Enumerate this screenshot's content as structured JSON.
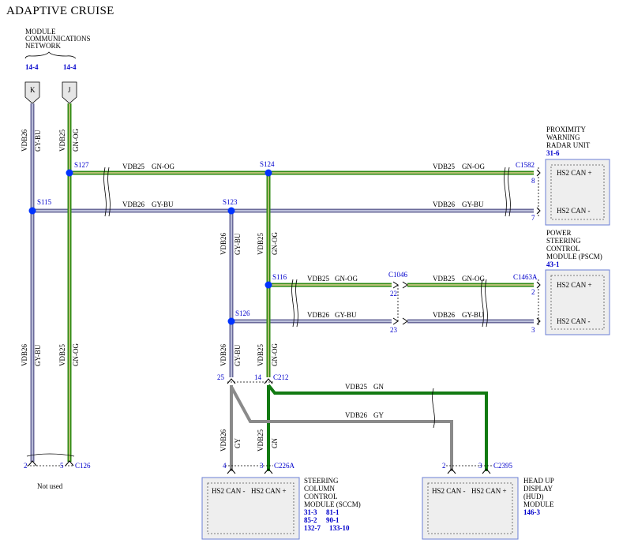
{
  "title": "ADAPTIVE CRUISE",
  "network": {
    "label_lines": [
      "MODULE",
      "COMMUNICATIONS",
      "NETWORK"
    ],
    "ref_k": "14-4",
    "ref_j": "14-4",
    "connector_k": "K",
    "connector_j": "J"
  },
  "colors": {
    "gy_bu": "#6a6a9a",
    "gy_bu_core": "#d8dcf0",
    "gn_og": "#2d8a12",
    "gn_og_core": "#e8d29a",
    "gn": "#127a12",
    "gy": "#8a8a8a",
    "splice": "#0033ff",
    "module_border": "#6b7fd6",
    "module_fill": "#eeeeee",
    "ref_text": "#0000cc"
  },
  "wires": {
    "vdb25": "VDB25",
    "vdb26": "VDB26",
    "gn_og": "GN-OG",
    "gy_bu": "GY-BU",
    "gn": "GN",
    "gy": "GY"
  },
  "splices": {
    "s127": "S127",
    "s124": "S124",
    "s115": "S115",
    "s123": "S123",
    "s116": "S116",
    "s126": "S126"
  },
  "connectors": {
    "c1582": "C1582",
    "c1046": "C1046",
    "c1463a": "C1463A",
    "c212": "C212",
    "c126": "C126",
    "c226a": "C226A",
    "c2395": "C2395"
  },
  "pins": {
    "p8": "8",
    "p7": "7",
    "p22": "22",
    "p23": "23",
    "p2": "2",
    "p3": "3",
    "p25": "25",
    "p14": "14",
    "p4": "4",
    "p5": "5"
  },
  "can": {
    "plus": "HS2 CAN +",
    "minus": "HS2 CAN -"
  },
  "modules": {
    "radar": {
      "lines": [
        "PROXIMITY",
        "WARNING",
        "RADAR UNIT"
      ],
      "ref": "31-6"
    },
    "pscm": {
      "lines": [
        "POWER",
        "STEERING",
        "CONTROL",
        "MODULE (PSCM)"
      ],
      "ref": "43-1"
    },
    "sccm": {
      "lines": [
        "STEERING",
        "COLUMN",
        "CONTROL",
        "MODULE (SCCM)"
      ],
      "refs": [
        "31-3",
        "81-1",
        "85-2",
        "90-1",
        "132-7",
        "133-10"
      ]
    },
    "hud": {
      "lines": [
        "HEAD UP",
        "DISPLAY",
        "(HUD)",
        "MODULE"
      ],
      "ref": "146-3"
    }
  },
  "not_used": "Not used"
}
